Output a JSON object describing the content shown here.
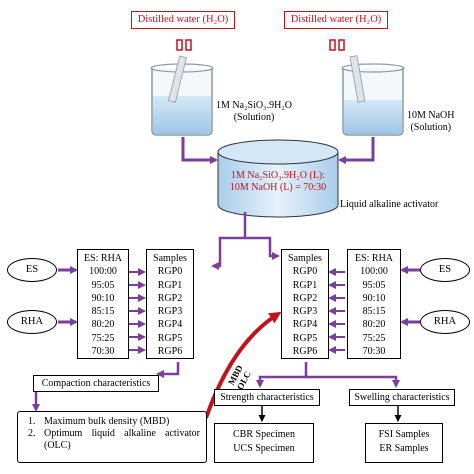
{
  "top": {
    "water_left": "Distilled water (H₂O)",
    "water_right": "Distilled water (H₂O)"
  },
  "beakers": {
    "left_label_1": "1M Na₂SiO₃.9H₂O",
    "left_label_2": "(Solution)",
    "right_label_1": "10M NaOH",
    "right_label_2": "(Solution)"
  },
  "mixer": {
    "line1": "1M Na₂SiO₃.9H₂O (L):",
    "line2": "10M NaOH (L) = 70:30",
    "caption": "Liquid alkaline activator"
  },
  "left_inputs": {
    "es": "ES",
    "rha": "RHA"
  },
  "right_inputs": {
    "es": "ES",
    "rha": "RHA"
  },
  "ratio_table": {
    "header": "ES: RHA",
    "values": [
      "100:00",
      "95:05",
      "90:10",
      "85:15",
      "80:20",
      "75:25",
      "70:30"
    ]
  },
  "samples_table": {
    "header": "Samples",
    "values": [
      "RGP0",
      "RGP1",
      "RGP2",
      "RGP3",
      "RGP4",
      "RGP5",
      "RGP6"
    ]
  },
  "compaction": {
    "title": "Compaction characteristics",
    "items": [
      "Maximum bulk density (MBD)",
      "Optimum liquid alkaline activator (OLC)"
    ],
    "marker": "1.",
    "marker2": "2."
  },
  "curve_label": {
    "line1": "MBD",
    "line2": "OLC"
  },
  "strength": {
    "title": "Strength characteristics",
    "spec1": "CBR Specimen",
    "spec2": "UCS Specimen"
  },
  "swelling": {
    "title": "Swelling characteristics",
    "spec1": "FSI Samples",
    "spec2": "ER Samples"
  },
  "colors": {
    "arrow": "#7a3f9a",
    "red": "#c0141b",
    "liquid": "#bcd9f0"
  }
}
